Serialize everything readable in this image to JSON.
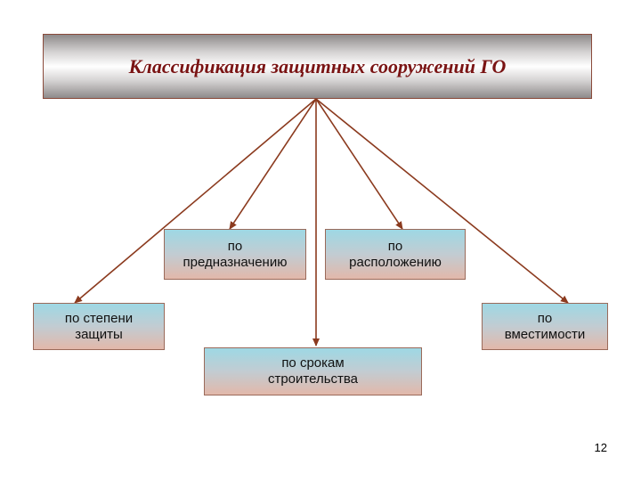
{
  "title": "Классификация защитных сооружений ГО",
  "nodes": {
    "purpose": "по\nпредназначению",
    "location": "по\nрасположению",
    "protection": "по степени\nзащиты",
    "capacity": "по\nвместимости",
    "terms": "по срокам\nстроительства"
  },
  "page_number": "12",
  "colors": {
    "title_text": "#7a1414",
    "arrow": "#8b3a1e"
  }
}
